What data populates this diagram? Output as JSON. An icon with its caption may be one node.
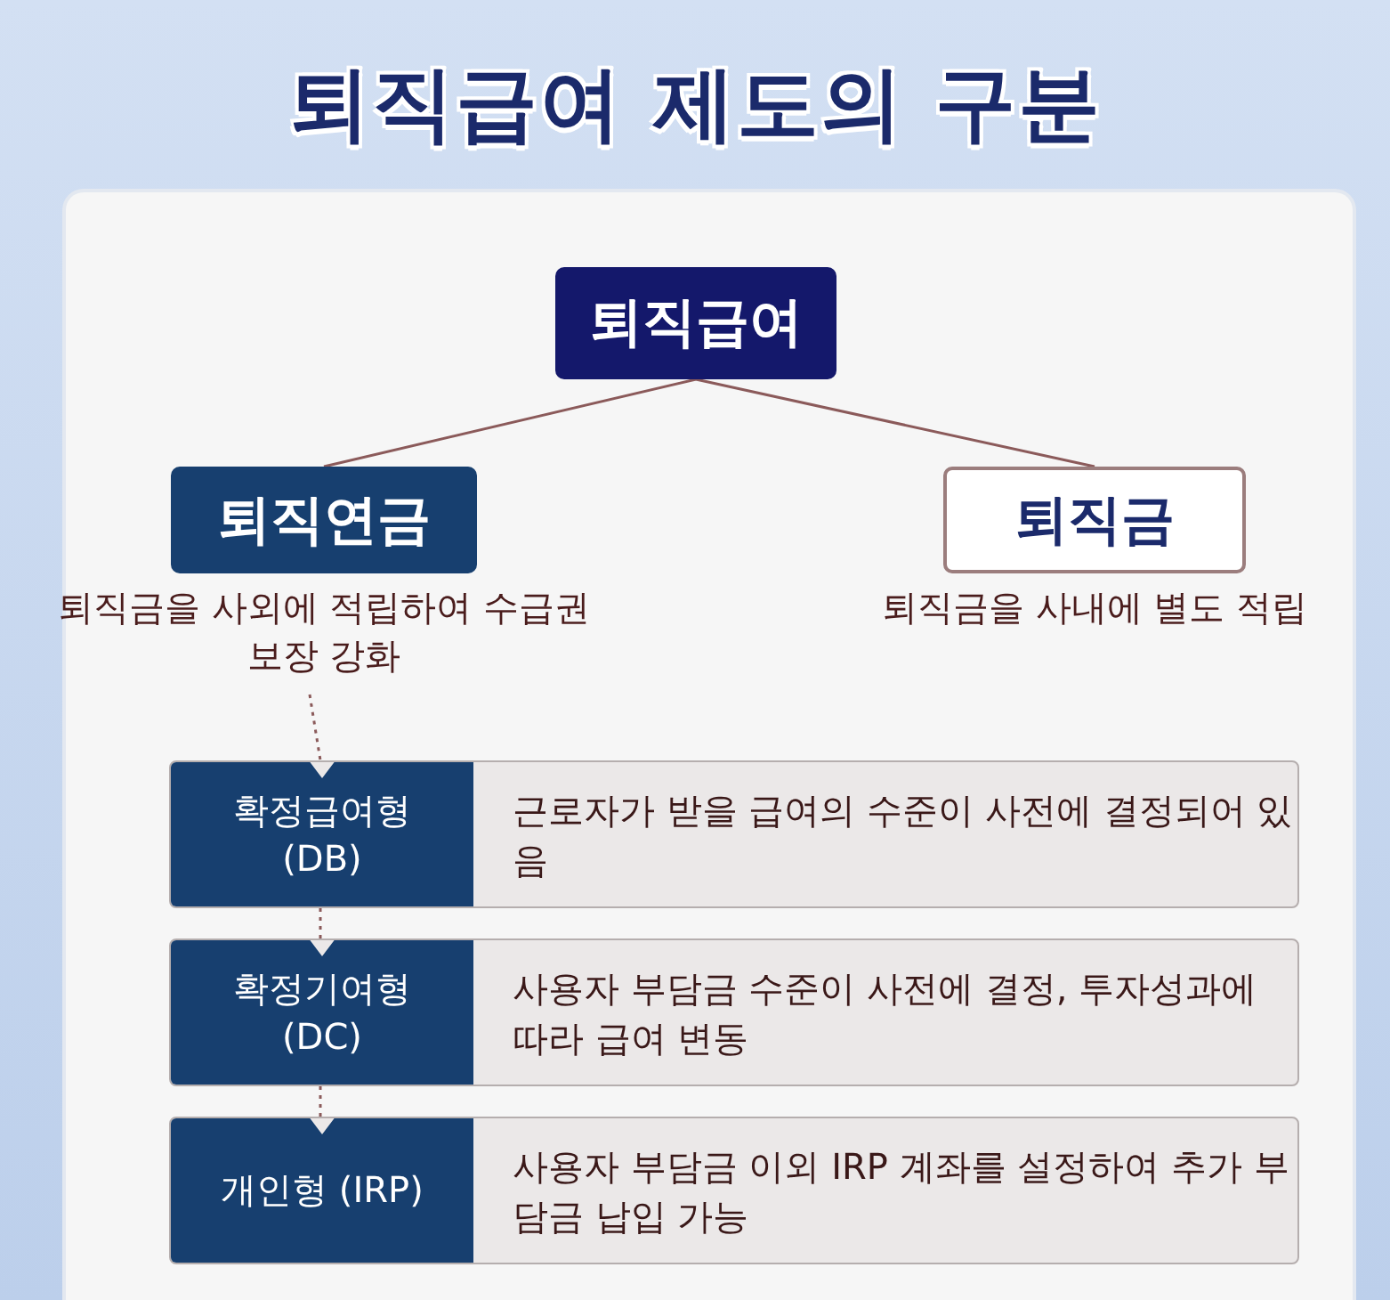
{
  "diagram": {
    "title": "퇴직급여 제도의 구분",
    "nodes": [
      {
        "text": [
          "퇴직급여"
        ]
      },
      {
        "text": [
          "퇴직연금"
        ],
        "beside": [
          "퇴직금을 사외에 적립하여 수급권 보장 강화"
        ]
      },
      {
        "text": [
          "퇴직금"
        ],
        "beside": [
          "퇴직금을 사내에 별도 적립"
        ]
      },
      {
        "text": [
          "확정급여형 (DB)",
          "근로자가 받을 급여의 수준이 사전에 결정되어 있음"
        ]
      },
      {
        "text": [
          "확정기여형 (DC)",
          "사용자 부담금 수준이 사전에 결정, 투자성과에 따라 급여 변동"
        ]
      },
      {
        "text": [
          "개인형 (IRP)",
          "사용자 부담금 이외 IRP 계좌를 설정하여 추가 부담금 납입 가능"
        ]
      }
    ],
    "edges": [
      {
        "from": 0,
        "to": 1,
        "arrow": "none"
      },
      {
        "from": 0,
        "to": 2,
        "arrow": "none"
      },
      {
        "from": 1,
        "to": 3,
        "arrow": "none",
        "style": "dashed"
      },
      {
        "from": 3,
        "to": 4,
        "arrow": "none",
        "style": "dashed"
      },
      {
        "from": 4,
        "to": 5,
        "arrow": "none",
        "style": "dashed"
      }
    ]
  }
}
